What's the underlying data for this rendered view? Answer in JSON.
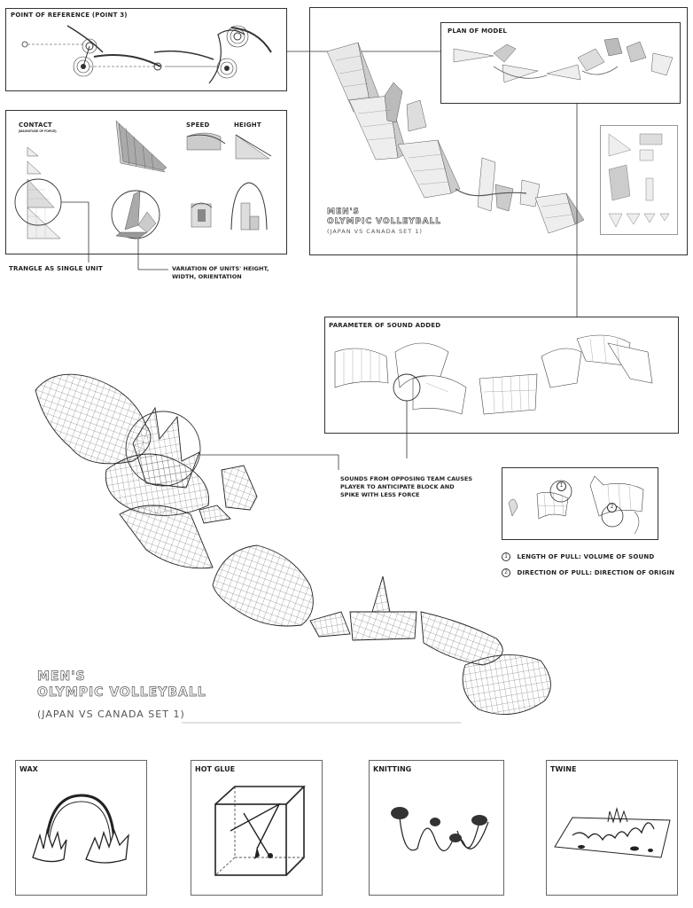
{
  "reference": {
    "title": "POINT OF REFERENCE (POINT 3)"
  },
  "contact": {
    "title": "CONTACT",
    "subtitle": "(MAGNITUDE OF FORCE)",
    "speed": "SPEED",
    "height": "HEIGHT"
  },
  "notes": {
    "triangle": "TRANGLE AS SINGLE UNIT",
    "variation": "VARIATION OF UNITS' HEIGHT, WIDTH, ORIENTATION",
    "sounds": "SOUNDS FROM OPPOSING TEAM CAUSES PLAYER TO ANTICIPATE BLOCK AND SPIKE WITH LESS FORCE"
  },
  "model": {
    "plan_title": "PLAN OF MODEL",
    "title_line1": "MEN'S",
    "title_line2": "OLYMPIC VOLLEYBALL",
    "subtitle": "(JAPAN VS CANADA SET 1)"
  },
  "sound": {
    "title": "PARAMETER OF SOUND ADDED"
  },
  "legend": {
    "num1": "1",
    "num2": "2",
    "item1": "LENGTH OF PULL: VOLUME OF SOUND",
    "item2": "DIRECTION OF PULL: DIRECTION OF ORIGIN"
  },
  "main": {
    "title_line1": "MEN'S",
    "title_line2": "OLYMPIC VOLLEYBALL",
    "subtitle": "(JAPAN VS CANADA SET 1)"
  },
  "materials": [
    "WAX",
    "HOT GLUE",
    "KNITTING",
    "TWINE"
  ]
}
